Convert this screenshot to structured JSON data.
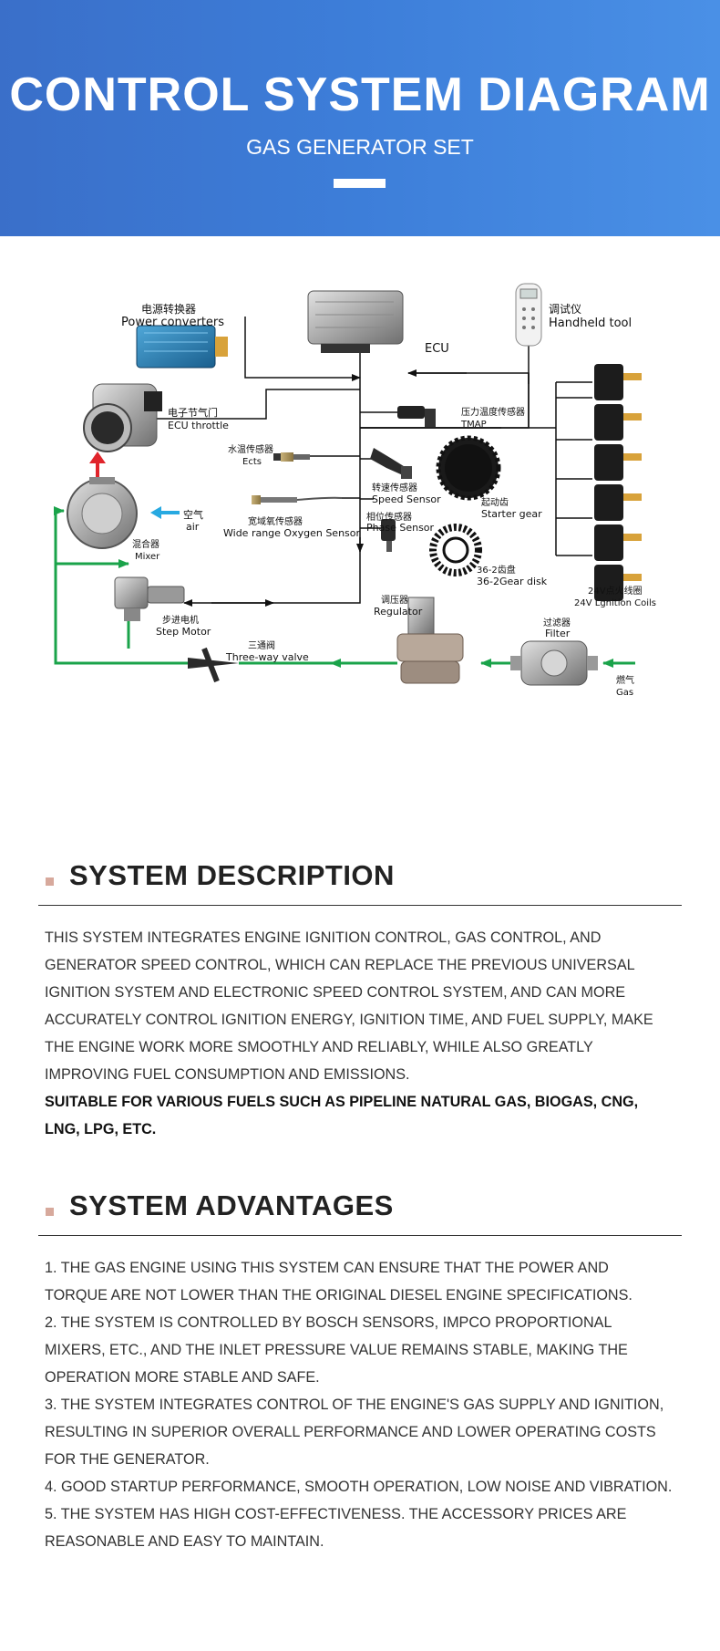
{
  "header": {
    "title": "CONTROL SYSTEM DIAGRAM",
    "subtitle": "GAS GENERATOR SET"
  },
  "diagram": {
    "power_converters": {
      "cn": "电源转换器",
      "en": "Power converters"
    },
    "ecu": "ECU",
    "handheld_tool": {
      "cn": "调试仪",
      "en": "Handheld tool"
    },
    "ecu_throttle": {
      "cn": "电子节气门",
      "en": "ECU throttle"
    },
    "tmap": {
      "cn": "压力温度传感器",
      "en": "TMAP"
    },
    "ects": {
      "cn": "水温传感器",
      "en": "Ects"
    },
    "speed_sensor": {
      "cn": "转速传感器",
      "en": "Speed Sensor"
    },
    "starter_gear": {
      "cn": "起动齿",
      "en": "Starter gear"
    },
    "oxygen_sensor": {
      "cn": "宽域氧传感器",
      "en": "Wide range Oxygen Sensor"
    },
    "air": {
      "cn": "空气",
      "en": "air"
    },
    "mixer": {
      "cn": "混合器",
      "en": "Mixer"
    },
    "phase_sensor": {
      "cn": "相位传感器",
      "en": "Phase Sensor"
    },
    "gear_disk": {
      "cn": "36-2齿盘",
      "en": "36-2Gear disk"
    },
    "ignition_coils": {
      "cn": "24V点火线圈",
      "en": "24V Lgnition Coils"
    },
    "regulator": {
      "cn": "调压器",
      "en": "Regulator"
    },
    "step_motor": {
      "cn": "步进电机",
      "en": "Step Motor"
    },
    "filter": {
      "cn": "过滤器",
      "en": "Filter"
    },
    "three_way_valve": {
      "cn": "三通阀",
      "en": "Three-way valve"
    },
    "gas": {
      "cn": "燃气",
      "en": "Gas"
    }
  },
  "description": {
    "title": "SYSTEM DESCRIPTION",
    "text": "THIS SYSTEM INTEGRATES ENGINE IGNITION CONTROL, GAS CONTROL, AND GENERATOR SPEED CONTROL, WHICH CAN REPLACE THE PREVIOUS UNIVERSAL IGNITION SYSTEM AND ELECTRONIC SPEED CONTROL SYSTEM, AND CAN MORE ACCURATELY CONTROL IGNITION ENERGY, IGNITION TIME, AND FUEL SUPPLY, MAKE THE ENGINE WORK MORE SMOOTHLY AND RELIABLY, WHILE ALSO GREATLY IMPROVING FUEL CONSUMPTION AND EMISSIONS.",
    "bold": "SUITABLE FOR VARIOUS FUELS SUCH AS PIPELINE NATURAL GAS, BIOGAS, CNG, LNG, LPG, ETC."
  },
  "advantages": {
    "title": "SYSTEM ADVANTAGES",
    "items": [
      "1. THE GAS ENGINE USING THIS SYSTEM CAN ENSURE THAT THE POWER AND TORQUE ARE NOT LOWER THAN THE ORIGINAL DIESEL ENGINE SPECIFICATIONS.",
      "2. THE SYSTEM IS CONTROLLED BY BOSCH SENSORS, IMPCO PROPORTIONAL MIXERS, ETC., AND THE INLET PRESSURE VALUE REMAINS STABLE, MAKING THE OPERATION MORE STABLE AND SAFE.",
      "3. THE SYSTEM INTEGRATES CONTROL OF THE ENGINE'S GAS SUPPLY AND IGNITION, RESULTING IN SUPERIOR OVERALL PERFORMANCE AND LOWER OPERATING COSTS FOR THE GENERATOR.",
      "4. GOOD STARTUP PERFORMANCE, SMOOTH OPERATION, LOW NOISE AND VIBRATION.",
      "5. THE SYSTEM HAS HIGH COST-EFFECTIVENESS. THE ACCESSORY PRICES ARE REASONABLE AND EASY TO MAINTAIN."
    ]
  },
  "colors": {
    "banner_start": "#3a6fc9",
    "banner_end": "#4a90e6",
    "gas_line": "#1aa34a",
    "throttle_arrow": "#e0242b",
    "air_arrow": "#27a9e1",
    "bullet": "#d7a99c"
  }
}
